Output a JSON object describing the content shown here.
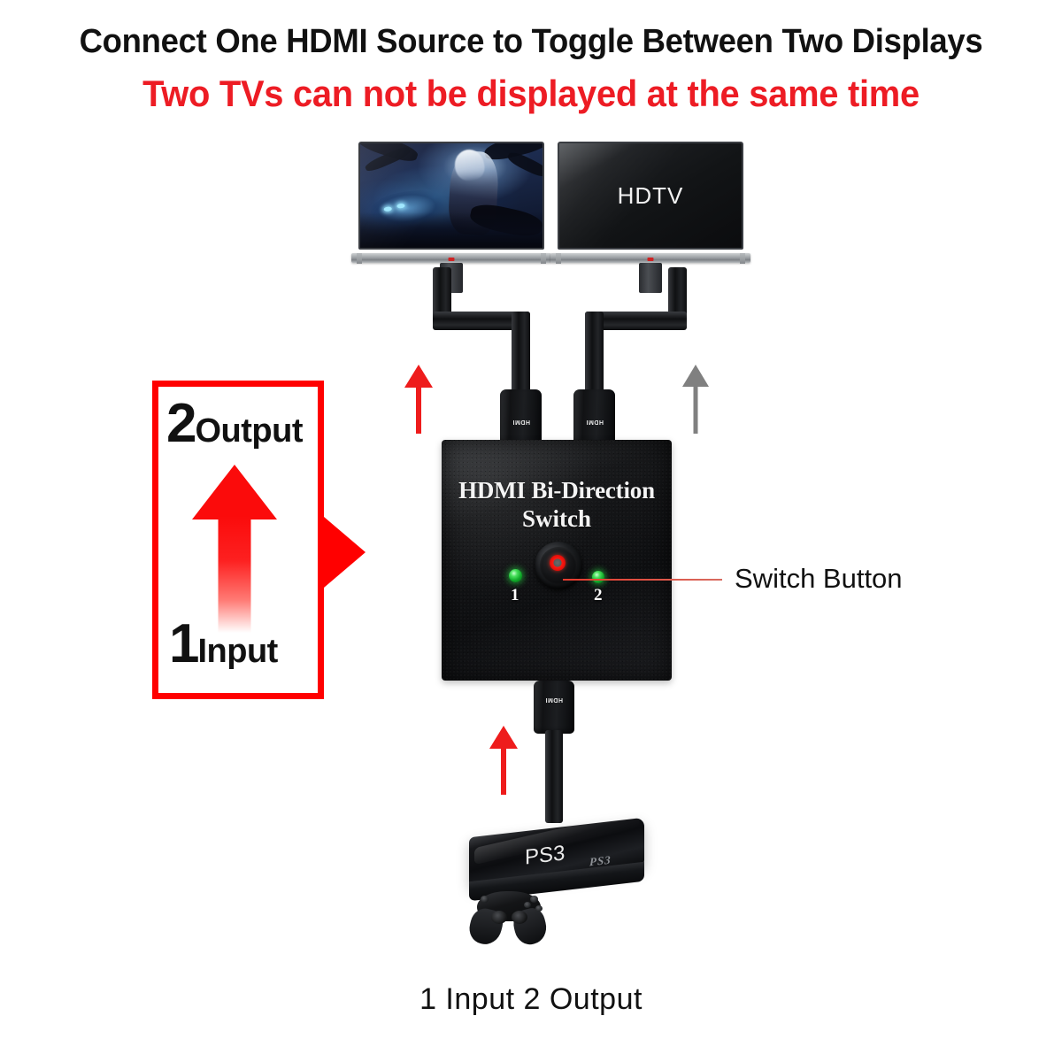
{
  "headings": {
    "title": "Connect One HDMI Source to Toggle Between Two Displays",
    "warning": "Two TVs can not be displayed at the same time",
    "warning_color": "#ed1c24"
  },
  "displays": [
    {
      "name": "tv-left",
      "screen_type": "game-artwork",
      "label": ""
    },
    {
      "name": "tv-right",
      "screen_type": "solid",
      "label": "HDTV"
    }
  ],
  "device": {
    "brand_line1": "HDMI Bi-Direction",
    "brand_line2": "Switch",
    "leds": [
      {
        "label": "1",
        "color": "#2fd94a",
        "state": "on"
      },
      {
        "label": "2",
        "color": "#2fd94a",
        "state": "on"
      }
    ],
    "button_color": "#ff1a12",
    "callout_label": "Switch Button",
    "callout_line_color": "#e43b2e",
    "ports": {
      "top_count": 2,
      "bottom_count": 1,
      "plug_label": "HDMI"
    }
  },
  "flow_arrows": [
    {
      "name": "output-active-arrow",
      "color": "#ee1c1c",
      "state": "active",
      "direction": "up"
    },
    {
      "name": "output-inactive-arrow",
      "color": "#808080",
      "state": "inactive",
      "direction": "up"
    },
    {
      "name": "input-arrow",
      "color": "#ee1c1c",
      "state": "active",
      "direction": "up"
    }
  ],
  "info_box": {
    "border_color": "#ff0000",
    "output_number": "2",
    "output_word": "Output",
    "input_number": "1",
    "input_word": "Input",
    "arrow_color": "#fb0b0b",
    "pointer_color": "#ff0000"
  },
  "source": {
    "name": "PS3",
    "label": "PS3",
    "logo_text": "PS3"
  },
  "caption": "1 Input 2 Output"
}
